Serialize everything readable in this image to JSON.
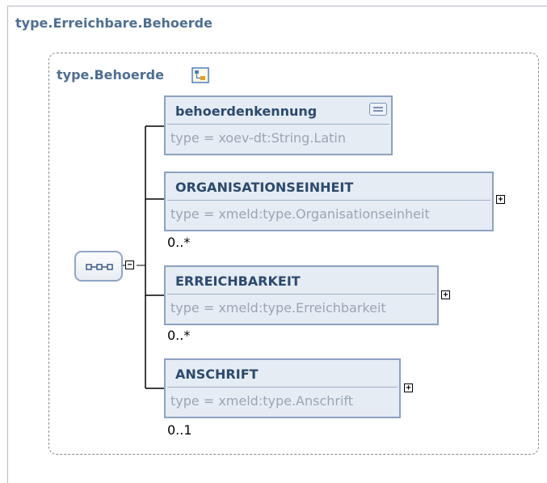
{
  "outer": {
    "title": "type.Erreichbare.Behoerde"
  },
  "group": {
    "title": "type.Behoerde"
  },
  "elements": [
    {
      "name": "behoerdenkennung",
      "type": "type = xoev-dt:String.Latin",
      "cardinality": ""
    },
    {
      "name": "ORGANISATIONSEINHEIT",
      "type": "type = xmeld:type.Organisationseinheit",
      "cardinality": "0..*"
    },
    {
      "name": "ERREICHBARKEIT",
      "type": "type = xmeld:type.Erreichbarkeit",
      "cardinality": "0..*"
    },
    {
      "name": "ANSCHRIFT",
      "type": "type = xmeld:type.Anschrift",
      "cardinality": "0..1"
    }
  ],
  "toggles": {
    "collapse": "−",
    "expand": "+"
  },
  "icons": {
    "type_tree": "type-tree-icon",
    "sequence": "sequence-compositor-icon",
    "documentation": "documentation-icon"
  },
  "colors": {
    "title": "#4e6f93",
    "element_fill": "#e6ecf4",
    "element_border": "#8ca2c0",
    "type_text": "#9aa6b4"
  }
}
